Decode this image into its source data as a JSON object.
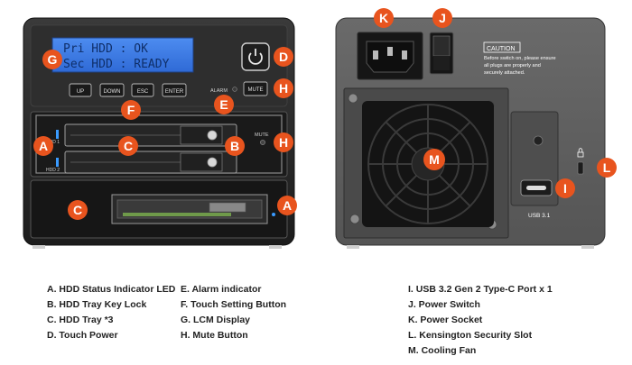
{
  "lcd": {
    "line1": "Pri HDD : OK",
    "line2": "Sec HDD : READY"
  },
  "buttons": {
    "up": "UP",
    "down": "DOWN",
    "esc": "ESC",
    "enter": "ENTER",
    "mute": "MUTE"
  },
  "panel_labels": {
    "alarm": "ALARM",
    "hdd1": "HDD 1",
    "hdd2": "HDD 2",
    "mute_tray": "MUTE",
    "usb": "USB 3.1"
  },
  "caution": {
    "title": "CAUTION",
    "line1": "Before switch on, please ensure",
    "line2": "all plugs are properly and",
    "line3": "securely attached."
  },
  "markers": {
    "A": "A",
    "B": "B",
    "C": "C",
    "D": "D",
    "E": "E",
    "F": "F",
    "G": "G",
    "H": "H",
    "I": "I",
    "J": "J",
    "K": "K",
    "L": "L",
    "M": "M"
  },
  "legend": {
    "col1": [
      "A. HDD Status Indicator LED",
      "B. HDD Tray Key Lock",
      "C. HDD Tray *3",
      "D. Touch Power"
    ],
    "col2": [
      "E. Alarm indicator",
      "F. Touch Setting Button",
      "G. LCM Display",
      "H. Mute Button"
    ],
    "col3": [
      "I. USB 3.2 Gen 2 Type-C Port x 1",
      "J. Power Switch",
      "K. Power Socket",
      "L. Kensington Security Slot",
      "M. Cooling Fan"
    ]
  },
  "colors": {
    "marker": "#e8541e",
    "chassis": "#2b2b2b",
    "lcd_bg": "#3c7ce0",
    "lcd_text": "#0f2f6a",
    "rear_panel": "#5e5e5e"
  }
}
